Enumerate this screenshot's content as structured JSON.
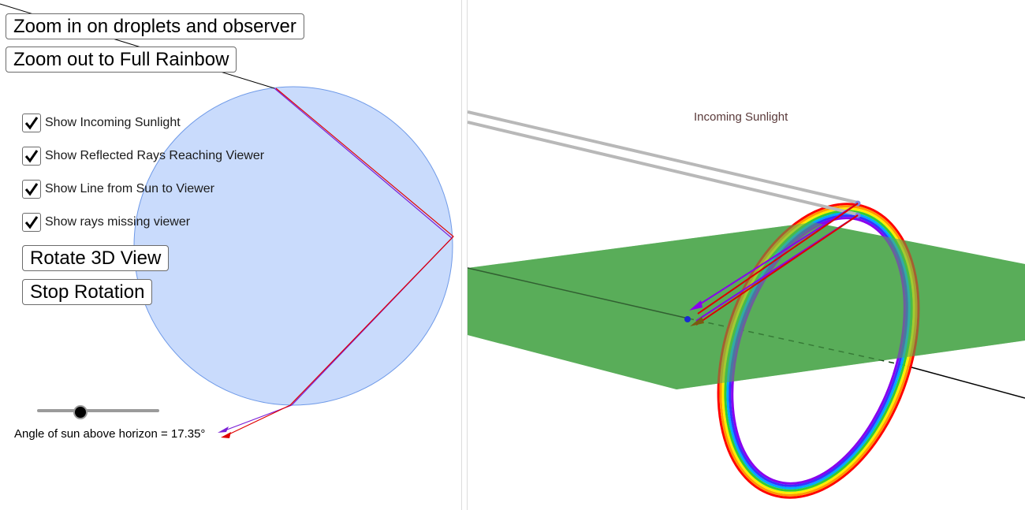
{
  "buttons": {
    "zoom_in": "Zoom in on droplets and observer",
    "zoom_out": "Zoom out to Full Rainbow",
    "rotate": "Rotate 3D View",
    "stop": "Stop Rotation"
  },
  "checkboxes": [
    {
      "label": "Show Incoming Sunlight",
      "checked": true
    },
    {
      "label": "Show Reflected Rays Reaching Viewer",
      "checked": true
    },
    {
      "label": "Show Line from Sun to Viewer",
      "checked": true
    },
    {
      "label": "Show rays missing viewer",
      "checked": true
    }
  ],
  "slider": {
    "label": "Angle of sun above horizon = 17.35°",
    "value": 17.35,
    "unit": "°"
  },
  "view3d": {
    "label": "Incoming Sunlight"
  },
  "colors": {
    "droplet_fill": "#c9dbfc",
    "droplet_stroke": "#6f9ae8",
    "ground": "#5aad5a",
    "ray_red": "#e00000",
    "ray_violet": "#7a1fd6",
    "sun_line": "#000000",
    "sunlight_beam": "#c0c0c0"
  }
}
